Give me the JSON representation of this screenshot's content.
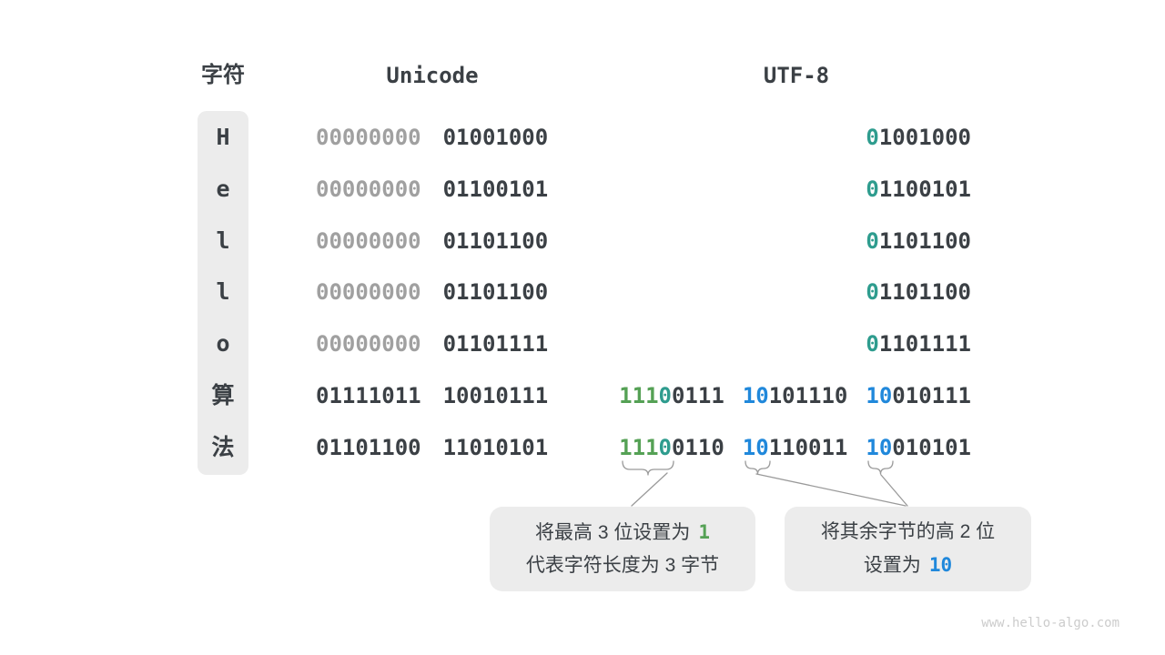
{
  "header": {
    "char": "字符",
    "unicode": "Unicode",
    "utf8": "UTF-8"
  },
  "colors": {
    "dark": "#3b4045",
    "gray": "#a0a0a0",
    "teal": "#2e9c8e",
    "green": "#55a155",
    "blue": "#2088db",
    "boxbg": "#ececec",
    "line": "#9a9a9a",
    "watermark": "#cccccc"
  },
  "rows": [
    {
      "char": "H",
      "unicode": [
        [
          {
            "t": "00000000",
            "c": "gray"
          }
        ],
        [
          {
            "t": "01001000",
            "c": "dark"
          }
        ]
      ],
      "utf8": [
        [
          {
            "t": "0",
            "c": "teal"
          },
          {
            "t": "1001000",
            "c": "dark"
          }
        ]
      ]
    },
    {
      "char": "e",
      "unicode": [
        [
          {
            "t": "00000000",
            "c": "gray"
          }
        ],
        [
          {
            "t": "01100101",
            "c": "dark"
          }
        ]
      ],
      "utf8": [
        [
          {
            "t": "0",
            "c": "teal"
          },
          {
            "t": "1100101",
            "c": "dark"
          }
        ]
      ]
    },
    {
      "char": "l",
      "unicode": [
        [
          {
            "t": "00000000",
            "c": "gray"
          }
        ],
        [
          {
            "t": "01101100",
            "c": "dark"
          }
        ]
      ],
      "utf8": [
        [
          {
            "t": "0",
            "c": "teal"
          },
          {
            "t": "1101100",
            "c": "dark"
          }
        ]
      ]
    },
    {
      "char": "l",
      "unicode": [
        [
          {
            "t": "00000000",
            "c": "gray"
          }
        ],
        [
          {
            "t": "01101100",
            "c": "dark"
          }
        ]
      ],
      "utf8": [
        [
          {
            "t": "0",
            "c": "teal"
          },
          {
            "t": "1101100",
            "c": "dark"
          }
        ]
      ]
    },
    {
      "char": "o",
      "unicode": [
        [
          {
            "t": "00000000",
            "c": "gray"
          }
        ],
        [
          {
            "t": "01101111",
            "c": "dark"
          }
        ]
      ],
      "utf8": [
        [
          {
            "t": "0",
            "c": "teal"
          },
          {
            "t": "1101111",
            "c": "dark"
          }
        ]
      ]
    },
    {
      "char": "算",
      "unicode": [
        [
          {
            "t": "01111011",
            "c": "dark"
          }
        ],
        [
          {
            "t": "10010111",
            "c": "dark"
          }
        ]
      ],
      "utf8": [
        [
          {
            "t": "111",
            "c": "green"
          },
          {
            "t": "0",
            "c": "teal"
          },
          {
            "t": "0111",
            "c": "dark"
          }
        ],
        [
          {
            "t": "10",
            "c": "blue"
          },
          {
            "t": "101110",
            "c": "dark"
          }
        ],
        [
          {
            "t": "10",
            "c": "blue"
          },
          {
            "t": "010111",
            "c": "dark"
          }
        ]
      ]
    },
    {
      "char": "法",
      "unicode": [
        [
          {
            "t": "01101100",
            "c": "dark"
          }
        ],
        [
          {
            "t": "11010101",
            "c": "dark"
          }
        ]
      ],
      "utf8": [
        [
          {
            "t": "111",
            "c": "green"
          },
          {
            "t": "0",
            "c": "teal"
          },
          {
            "t": "0110",
            "c": "dark"
          }
        ],
        [
          {
            "t": "10",
            "c": "blue"
          },
          {
            "t": "110011",
            "c": "dark"
          }
        ],
        [
          {
            "t": "10",
            "c": "blue"
          },
          {
            "t": "010101",
            "c": "dark"
          }
        ]
      ]
    }
  ],
  "callouts": {
    "c1": {
      "line1_text": "将最高 3 位设置为",
      "line1_value": "1",
      "line2": "代表字符长度为 3 字节"
    },
    "c2": {
      "line1": "将其余字节的高 2 位",
      "line2_text": "设置为",
      "line2_value": "10"
    }
  },
  "watermark": "www.hello-algo.com"
}
